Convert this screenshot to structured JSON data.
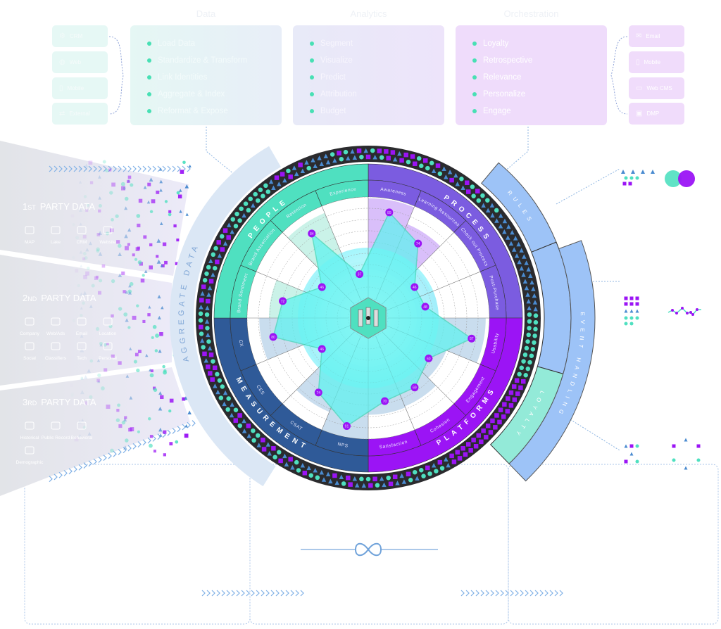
{
  "headers": {
    "data": "Data",
    "analytics": "Analytics",
    "orchestration": "Orchestration"
  },
  "sources_left": [
    {
      "label": "CRM",
      "icon": "crm-icon"
    },
    {
      "label": "Web",
      "icon": "web-icon"
    },
    {
      "label": "Mobile",
      "icon": "mobile-icon"
    },
    {
      "label": "External",
      "icon": "external-icon"
    }
  ],
  "data_steps": [
    "Load Data",
    "Standardize & Transform",
    "Link Identities",
    "Aggregate & Index",
    "Reformat & Expose"
  ],
  "analytics_steps": [
    "Segment",
    "Visualize",
    "Predict",
    "Attribution",
    "Budget"
  ],
  "orchestration_steps": [
    "Loyalty",
    "Retrospective",
    "Relevance",
    "Personalize",
    "Engage"
  ],
  "channels_right": [
    {
      "label": "Email",
      "icon": "email-icon"
    },
    {
      "label": "Mobile",
      "icon": "mobile-icon"
    },
    {
      "label": "Web CMS",
      "icon": "web-cms-icon"
    },
    {
      "label": "DMP",
      "icon": "dmp-icon"
    }
  ],
  "party_data": [
    {
      "title_num": "1",
      "title_suffix": "ST",
      "title": "PARTY DATA",
      "items": [
        "MAP",
        "Lake",
        "CRM",
        "Website"
      ]
    },
    {
      "title_num": "2",
      "title_suffix": "ND",
      "title": "PARTY DATA",
      "items": [
        "Company",
        "Web/Ads",
        "Email",
        "Location",
        "Social",
        "Classifiers",
        "Tech",
        "Personal"
      ]
    },
    {
      "title_num": "3",
      "title_suffix": "RD",
      "title": "PARTY DATA",
      "items": [
        "Historical",
        "Public Record",
        "Behavioral",
        "Demographic"
      ]
    }
  ],
  "aggregate_label": "AGGREGATE DATA",
  "wheel": {
    "quadrants": [
      {
        "name": "PROCESS",
        "color": "#7b5ce0",
        "band": "#b98af5",
        "subs": [
          "Awareness",
          "Learning Resources",
          "Check out Process",
          "Post-Purchase"
        ]
      },
      {
        "name": "PLATFORMS",
        "color": "#9b14f5",
        "band": "#9cc1e0",
        "subs": [
          "Usability",
          "Engagement",
          "Cohesion",
          "Satisfaction"
        ]
      },
      {
        "name": "MEASUREMENT",
        "color": "#2f5a98",
        "band": "#9cc1e0",
        "subs": [
          "NPS",
          "CSAT",
          "CES",
          "CX"
        ]
      },
      {
        "name": "PEOPLE",
        "color": "#4fe0c0",
        "band": "#9ee8d6",
        "subs": [
          "Brand Sentiment",
          "Brand Association",
          "Retention",
          "Experience"
        ]
      }
    ],
    "values": [
      89,
      74,
      46,
      48,
      87,
      60,
      69,
      70,
      91,
      74,
      46,
      80,
      72,
      46,
      84,
      37
    ],
    "value_max": 100,
    "ring_colors": {
      "dark": "#2b2b2e",
      "circle": "#4fe0c0",
      "square": "#9b14f5",
      "triangle": "#4a8bd0"
    }
  },
  "side_arcs": {
    "rules": "RULES",
    "event_handling": "EVENT HANDLING",
    "loyalty": "LOYALTY"
  },
  "colors": {
    "teal": "#4fe0c0",
    "purple": "#9b14f5",
    "blue": "#4a8bd0",
    "light_blue": "#9dc3f7"
  }
}
